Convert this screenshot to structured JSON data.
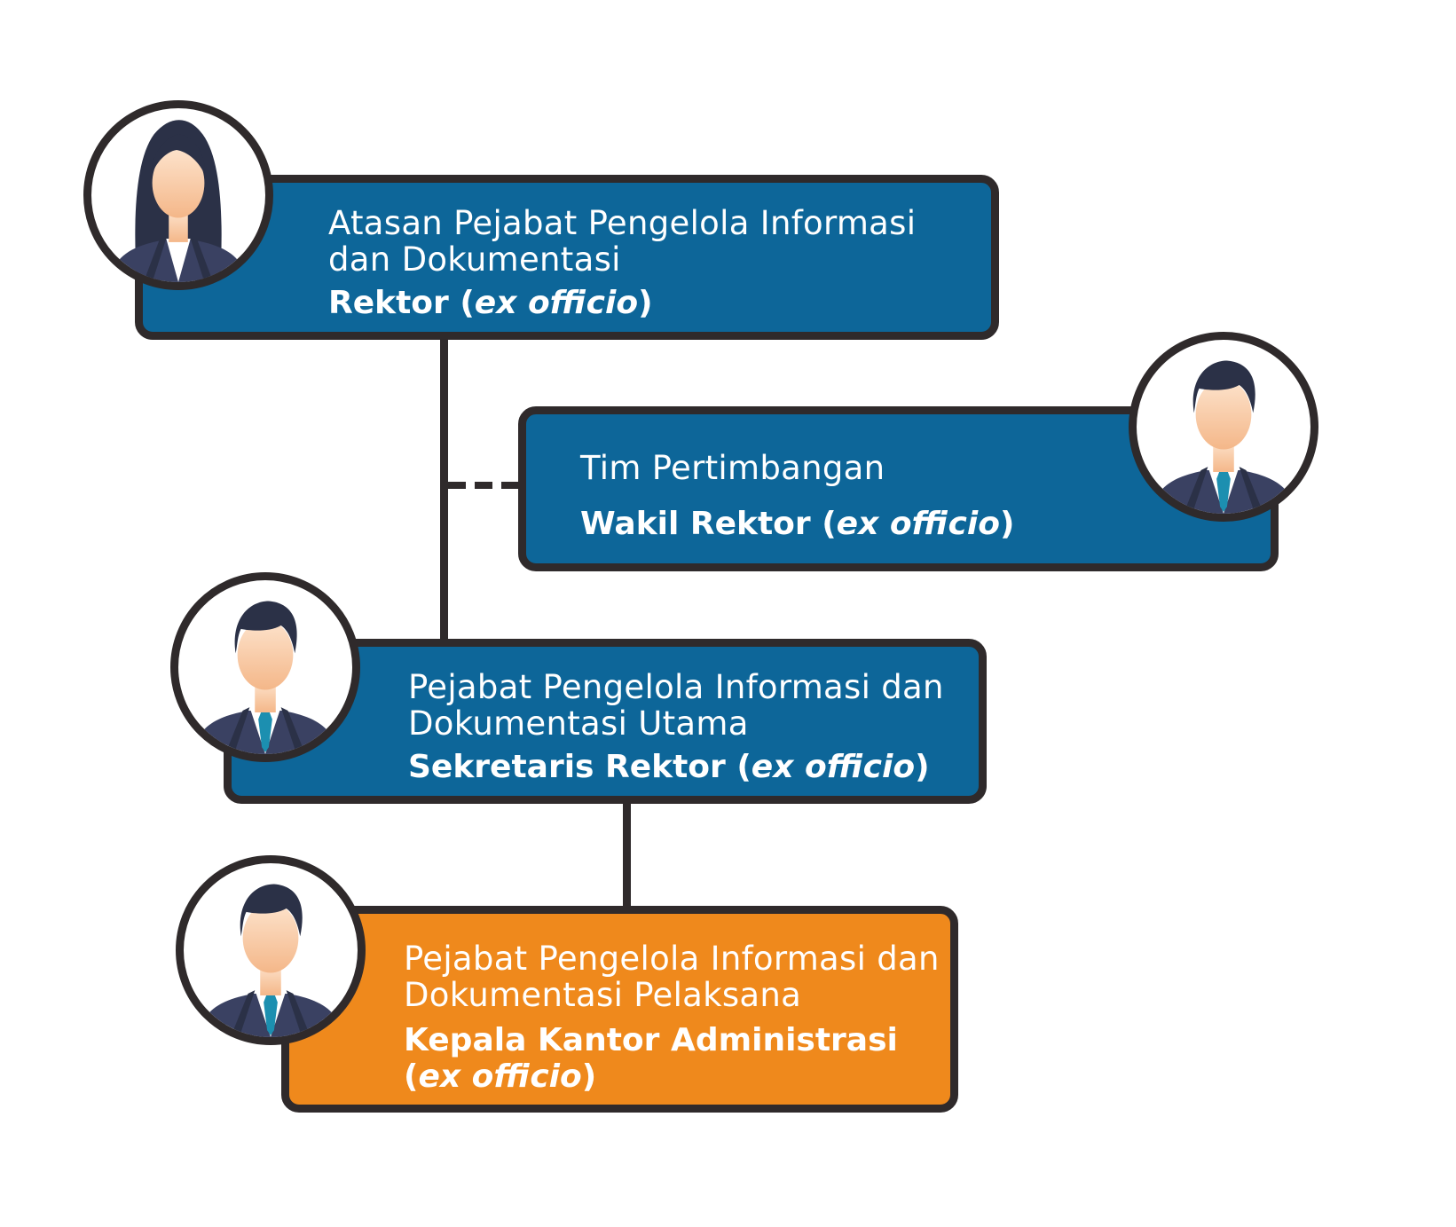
{
  "nodes": [
    {
      "role": "Atasan Pejabat Pengelola Informasi dan Dokumentasi",
      "holder_name": "Rektor",
      "holder_qualifier": "ex officio",
      "avatar": "female-official-icon",
      "color": "#0d6699"
    },
    {
      "role": "Tim Pertimbangan",
      "holder_name": "Wakil Rektor",
      "holder_qualifier": "ex officio",
      "avatar": "male-official-icon",
      "color": "#0d6699"
    },
    {
      "role": "Pejabat Pengelola Informasi dan Dokumentasi Utama",
      "holder_name": "Sekretaris Rektor",
      "holder_qualifier": "ex officio",
      "avatar": "male-official-icon",
      "color": "#0d6699"
    },
    {
      "role": "Pejabat Pengelola Informasi dan Dokumentasi Pelaksana",
      "holder_name": "Kepala Kantor Administrasi",
      "holder_qualifier": "ex officio",
      "avatar": "male-official-icon",
      "color": "#ef891c"
    }
  ],
  "colors": {
    "outline": "#2f2a2b",
    "primary_box": "#0d6699",
    "highlight_box": "#ef891c",
    "background": "#ffffff"
  }
}
